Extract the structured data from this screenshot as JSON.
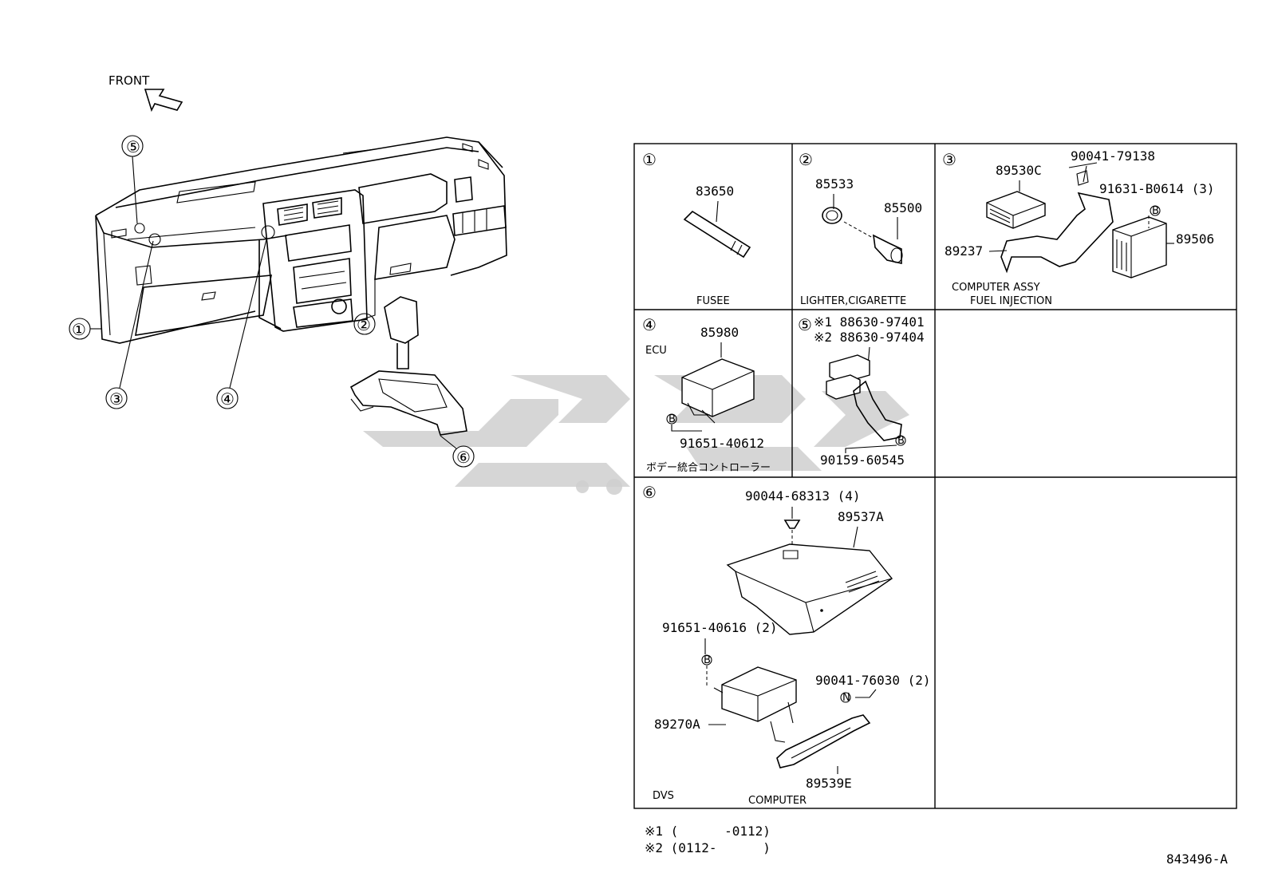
{
  "overview": {
    "front_label": "FRONT",
    "callouts": [
      "①",
      "②",
      "③",
      "④",
      "⑤",
      "⑥"
    ]
  },
  "panels": {
    "p1": {
      "index": "①",
      "parts": [
        "83650"
      ],
      "caption": "FUSEE"
    },
    "p2": {
      "index": "②",
      "parts": [
        "85533",
        "85500"
      ],
      "caption": "LIGHTER,CIGARETTE"
    },
    "p3": {
      "index": "③",
      "parts": [
        "89530C",
        "90041-79138",
        "91631-B0614 (3)",
        "89237",
        "89506"
      ],
      "caption_1": "COMPUTER ASSY",
      "caption_2": "FUEL INJECTION",
      "marker_b": "B"
    },
    "p4": {
      "index": "④",
      "parts": [
        "85980",
        "91651-40612"
      ],
      "tag": "ECU",
      "caption": "ボデー統合コントローラー",
      "marker_b": "B"
    },
    "p5": {
      "index": "⑤",
      "parts": [
        "※1 88630-97401",
        "※2 88630-97404",
        "90159-60545"
      ],
      "marker_b": "B"
    },
    "p6": {
      "index": "⑥",
      "parts": [
        "90044-68313 (4)",
        "89537A",
        "91651-40616 (2)",
        "90041-76030 (2)",
        "89270A",
        "89539E"
      ],
      "tag": "DVS",
      "caption": "COMPUTER",
      "marker_b": "B",
      "marker_n": "N"
    }
  },
  "footnotes": [
    "※1 (      -0112)",
    "※2 (0112-      )"
  ],
  "figure_id": "843496-A"
}
